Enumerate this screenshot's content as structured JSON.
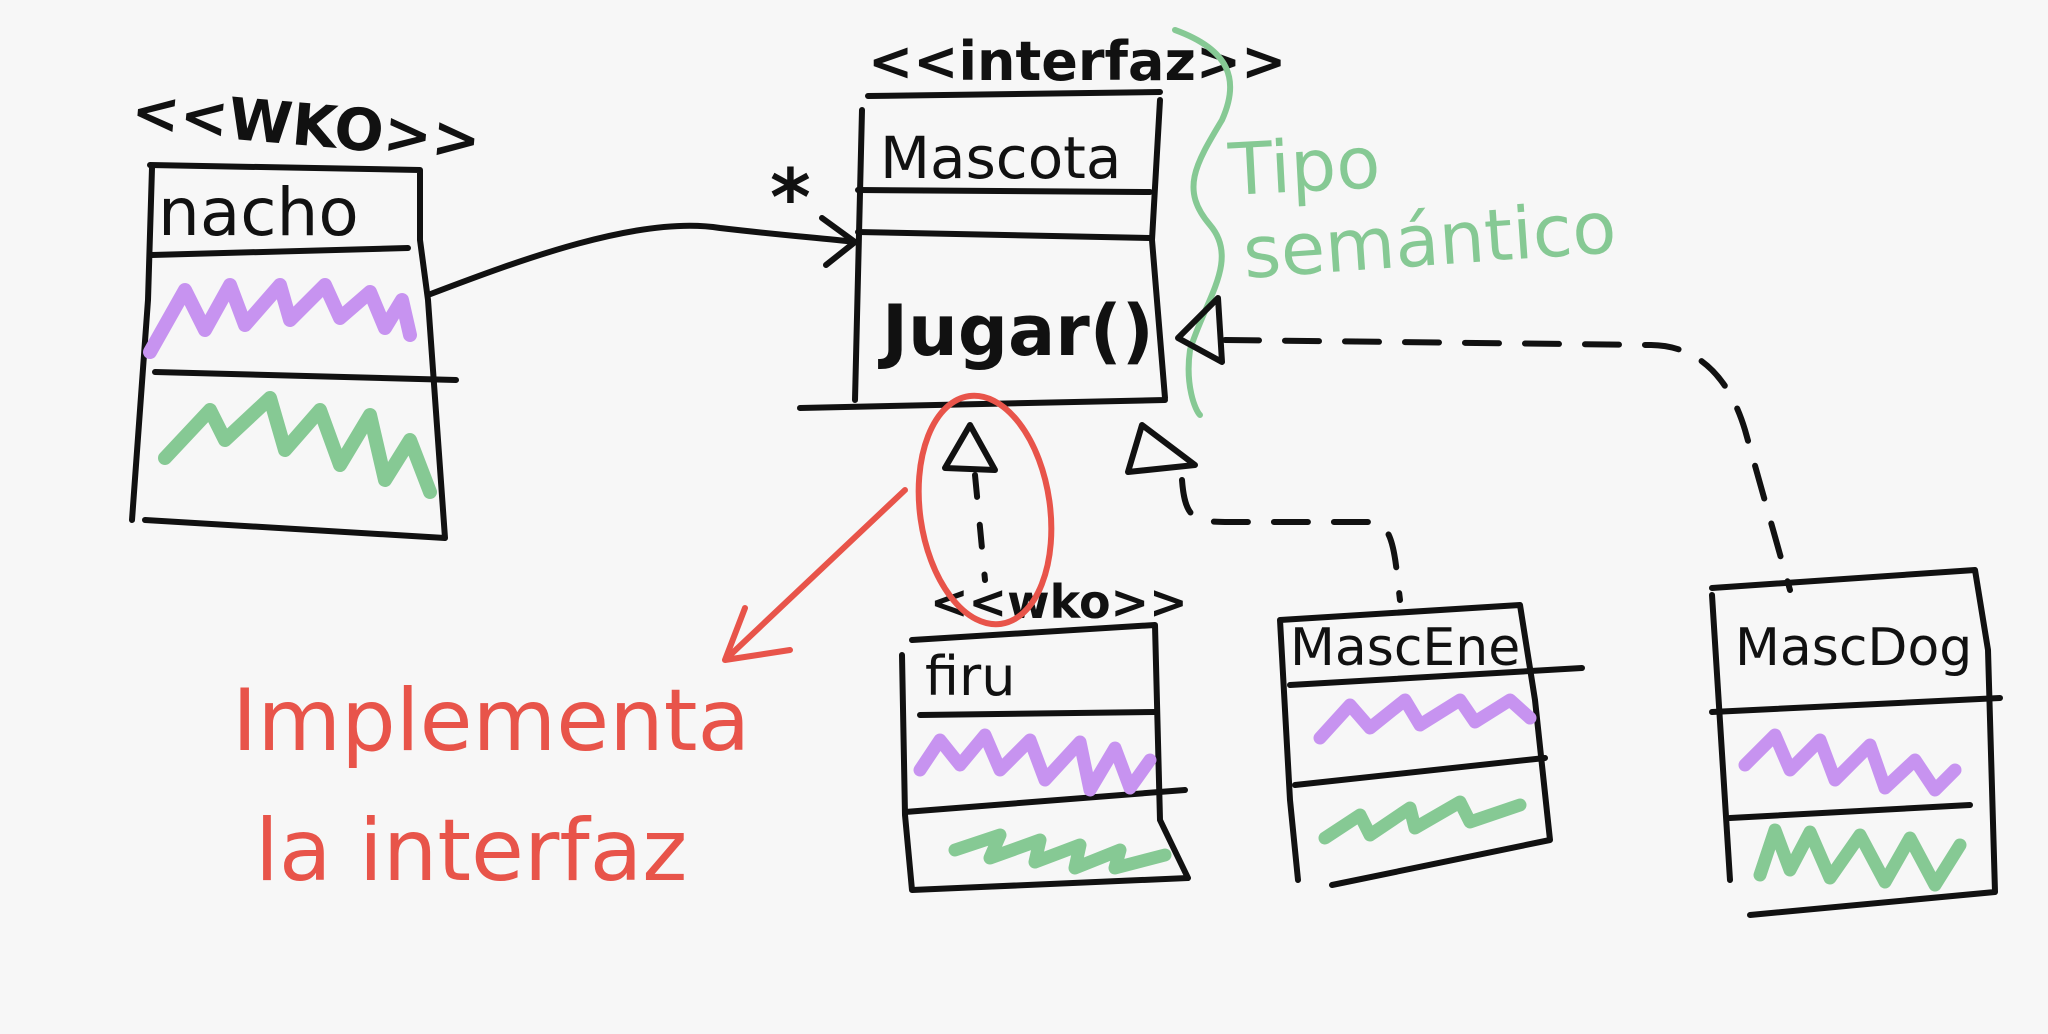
{
  "colors": {
    "background": "#f7f7f7",
    "ink": "#111111",
    "attributes_scribble": "#c793f0",
    "methods_scribble": "#86c994",
    "note_green": "#86c994",
    "note_red": "#e8544a"
  },
  "classes": {
    "nacho": {
      "stereotype": "<<WKO>>",
      "name": "nacho"
    },
    "mascota": {
      "stereotype": "<<interfaz>>",
      "name": "Mascota",
      "method": "Jugar()"
    },
    "firu": {
      "stereotype": "<<wko>>",
      "name": "firu"
    },
    "mascene": {
      "name": "MascEne"
    },
    "mascdog": {
      "name": "MascDog"
    }
  },
  "association": {
    "multiplicity": "*"
  },
  "notes": {
    "tipo_semantico": [
      "Tipo",
      "semántico"
    ],
    "implementa": [
      "Implementa",
      "la interfaz"
    ]
  }
}
